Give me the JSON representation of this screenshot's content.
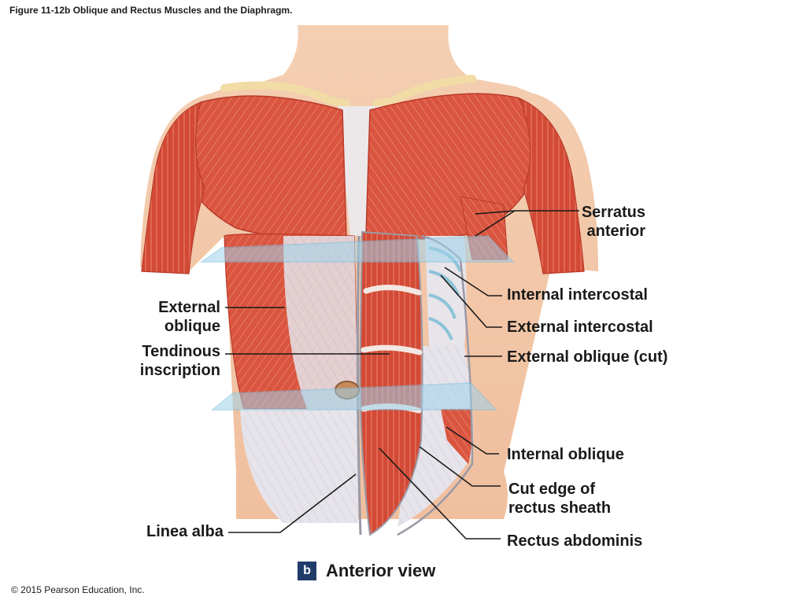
{
  "figure": {
    "title": "Figure 11-12b Oblique and Rectus Muscles and the Diaphragm.",
    "copyright": "© 2015 Pearson Education, Inc.",
    "panel_letter": "b",
    "view_label": "Anterior view"
  },
  "labels": {
    "serratus_anterior": [
      "Serratus",
      "anterior"
    ],
    "internal_intercostal": "Internal intercostal",
    "external_intercostal": "External intercostal",
    "external_oblique_cut": "External oblique (cut)",
    "internal_oblique": "Internal oblique",
    "cut_edge_rectus_sheath": [
      "Cut edge of",
      "rectus sheath"
    ],
    "rectus_abdominis": "Rectus abdominis",
    "external_oblique": [
      "External",
      "oblique"
    ],
    "tendinous_inscription": [
      "Tendinous",
      "inscription"
    ],
    "linea_alba": "Linea alba"
  },
  "colors": {
    "skin": "#f2c6a6",
    "muscle": "#d9553f",
    "muscle_dark": "#b83a2a",
    "tendon": "#e9e6ea",
    "plane": "#9fd3ec",
    "badge": "#1f3c6a"
  }
}
